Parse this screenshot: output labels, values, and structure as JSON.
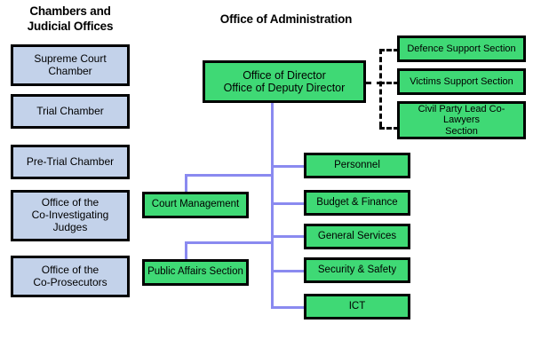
{
  "headings": {
    "chambers": "Chambers and\nJudicial Offices",
    "administration": "Office of Administration"
  },
  "colors": {
    "green_fill": "#3fd975",
    "blue_fill": "#c3d2ea",
    "connector_purple": "#8a8af0",
    "border_black": "#000000",
    "background": "#ffffff"
  },
  "chambers_column": [
    {
      "label": "Supreme Court\nChamber"
    },
    {
      "label": "Trial Chamber"
    },
    {
      "label": "Pre-Trial Chamber"
    },
    {
      "label": "Office of the\nCo-Investigating\nJudges"
    },
    {
      "label": "Office of the\nCo-Prosecutors"
    }
  ],
  "director": {
    "label": "Office of Director\nOffice of Deputy Director"
  },
  "support_sections": [
    {
      "label": "Defence Support Section"
    },
    {
      "label": "Victims Support Section"
    },
    {
      "label": "Civil Party Lead Co-Lawyers\nSection"
    }
  ],
  "departments": [
    {
      "label": "Personnel"
    },
    {
      "label": "Budget & Finance"
    },
    {
      "label": "General Services"
    },
    {
      "label": "Security & Safety"
    },
    {
      "label": "ICT"
    }
  ],
  "left_units": [
    {
      "label": "Court Management"
    },
    {
      "label": "Public Affairs Section"
    }
  ]
}
